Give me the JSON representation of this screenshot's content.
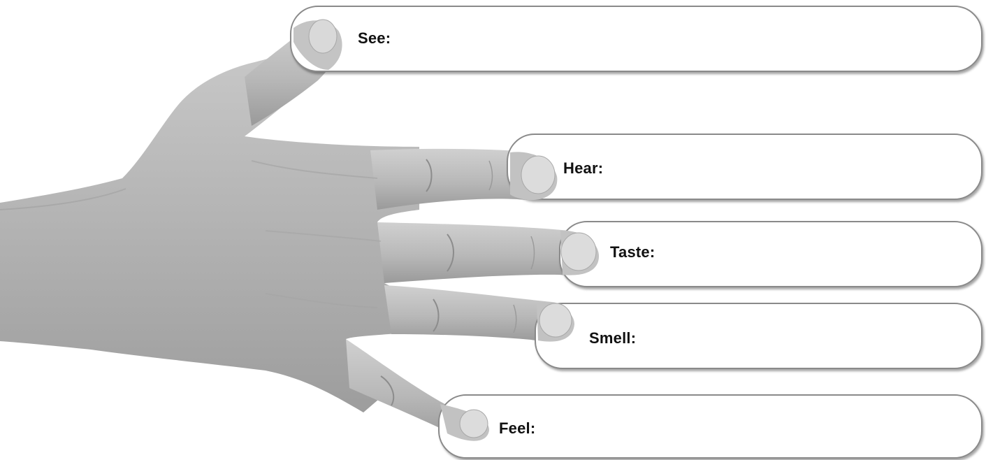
{
  "labels": {
    "see": "See:",
    "hear": "Hear:",
    "taste": "Taste:",
    "smell": "Smell:",
    "feel": "Feel:"
  },
  "colors": {
    "box_border": "#8a8a8a",
    "skin_base": "#b5b5b5",
    "skin_light": "#d2d2d2",
    "nail": "#dcdcdc",
    "text": "#111111"
  }
}
